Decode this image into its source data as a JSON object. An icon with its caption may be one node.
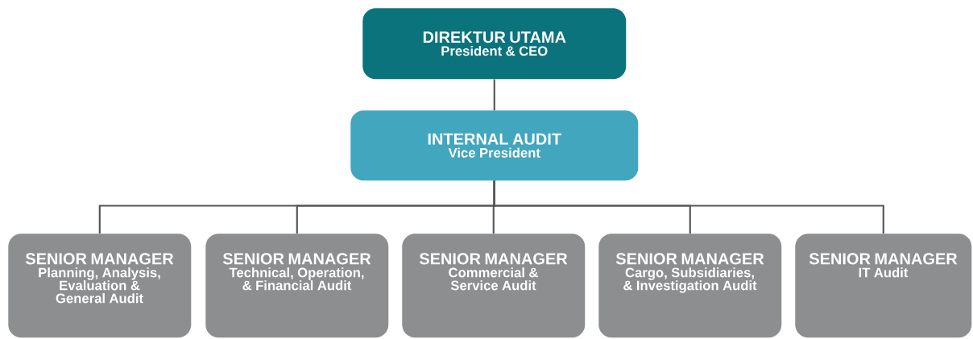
{
  "diagram": {
    "nodes": [
      {
        "text": [
          "DIREKTUR UTAMA",
          "President & CEO"
        ]
      },
      {
        "text": [
          "INTERNAL AUDIT",
          "Vice President"
        ]
      },
      {
        "text": [
          "SENIOR MANAGER",
          "Planning, Analysis, Evaluation & General Audit"
        ]
      },
      {
        "text": [
          "SENIOR MANAGER",
          "Technical, Operation, & Financial Audit"
        ]
      },
      {
        "text": [
          "SENIOR MANAGER",
          "Commercial & Service Audit"
        ]
      },
      {
        "text": [
          "SENIOR MANAGER",
          "Cargo, Subsidiaries, & Investigation Audit"
        ]
      },
      {
        "text": [
          "SENIOR MANAGER",
          "IT Audit"
        ]
      }
    ],
    "edges": [
      {
        "from": 0,
        "to": 1,
        "arrow": "none"
      },
      {
        "from": 1,
        "to": 2,
        "arrow": "none"
      },
      {
        "from": 1,
        "to": 3,
        "arrow": "none"
      },
      {
        "from": 1,
        "to": 4,
        "arrow": "none"
      },
      {
        "from": 1,
        "to": 5,
        "arrow": "none"
      },
      {
        "from": 1,
        "to": 6,
        "arrow": "none"
      }
    ]
  }
}
